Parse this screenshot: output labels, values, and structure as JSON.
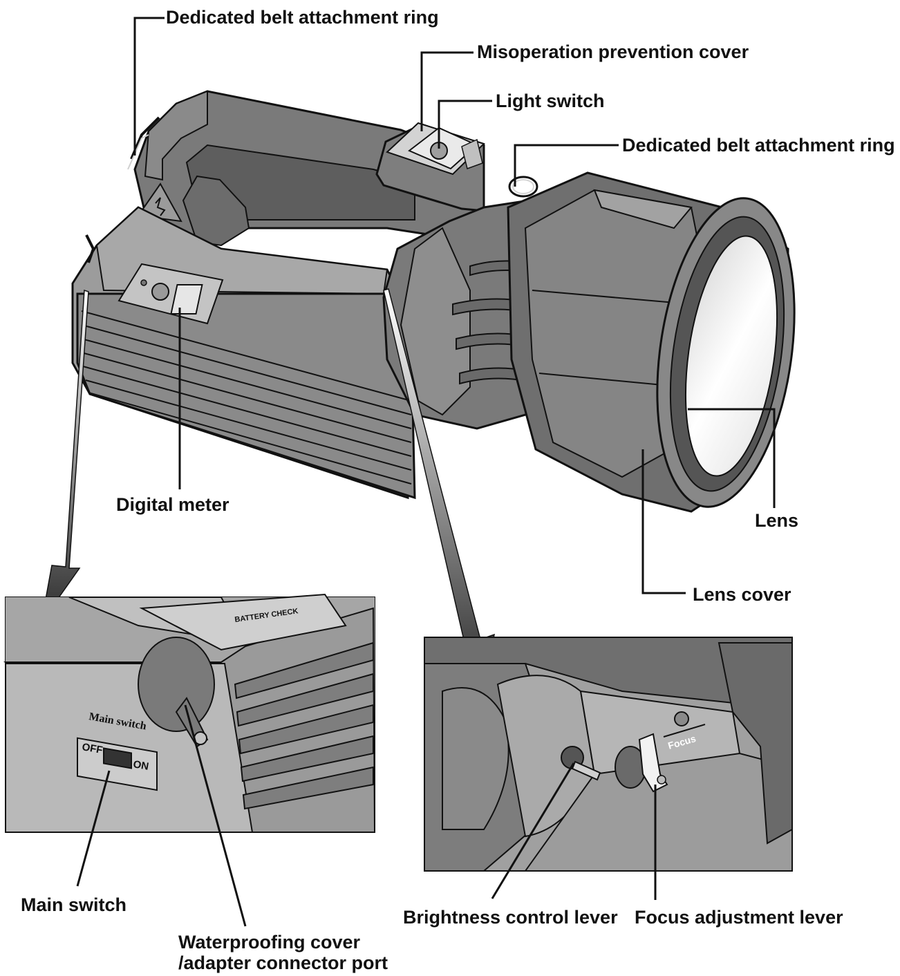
{
  "labels": {
    "belt_ring_top": "Dedicated belt attachment ring",
    "misoperation_cover": "Misoperation prevention cover",
    "light_switch": "Light switch",
    "belt_ring_right": "Dedicated belt attachment ring",
    "digital_meter": "Digital meter",
    "lens": "Lens",
    "lens_cover": "Lens cover",
    "main_switch": "Main switch",
    "waterproof_line1": "Waterproofing cover",
    "waterproof_line2": "/adapter connector port",
    "brightness_lever": "Brightness control lever",
    "focus_lever": "Focus adjustment lever"
  },
  "inset_left": {
    "main_switch_title": "Main switch",
    "off": "OFF",
    "on": "ON",
    "battery_check": "BATTERY CHECK"
  },
  "inset_right": {
    "focus_text": "Focus"
  },
  "colors": {
    "body_dark": "#6a6a6a",
    "body_mid": "#8c8c8c",
    "body_light": "#a9a9a9",
    "line": "#111111"
  }
}
